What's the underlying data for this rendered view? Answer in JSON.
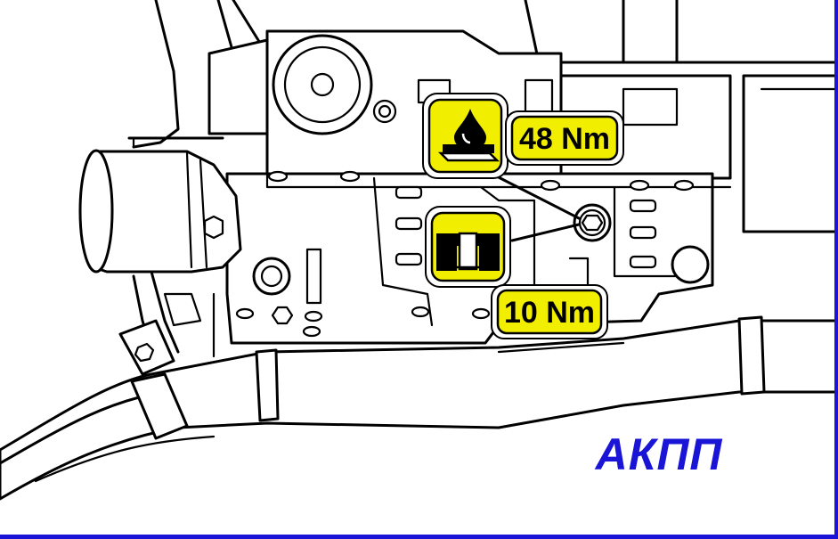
{
  "torque_callouts": [
    {
      "value": "48 Nm",
      "icon": "oil-drop-icon"
    },
    {
      "value": "10 Nm",
      "icon": "drain-bolt-section-icon"
    }
  ],
  "caption": "АКПП",
  "colors": {
    "callout_fill": "#f2ee00",
    "caption": "#1a14d6",
    "frame": "#1a14d6",
    "line": "#000000"
  }
}
